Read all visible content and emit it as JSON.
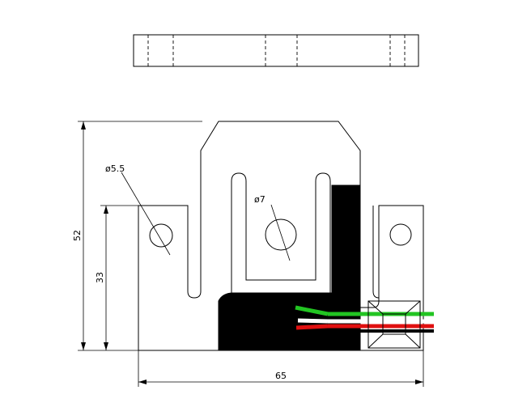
{
  "dimensions": {
    "height_total": "52",
    "height_side": "33",
    "width_total": "65"
  },
  "hole_labels": {
    "side_hole": "ø5.5",
    "center_hole": "ø7"
  },
  "colors": {
    "wire_green": "#22c422",
    "wire_white": "#ffffff",
    "wire_red": "#e01010",
    "wire_black": "#000000",
    "fill_dark": "#000000"
  }
}
